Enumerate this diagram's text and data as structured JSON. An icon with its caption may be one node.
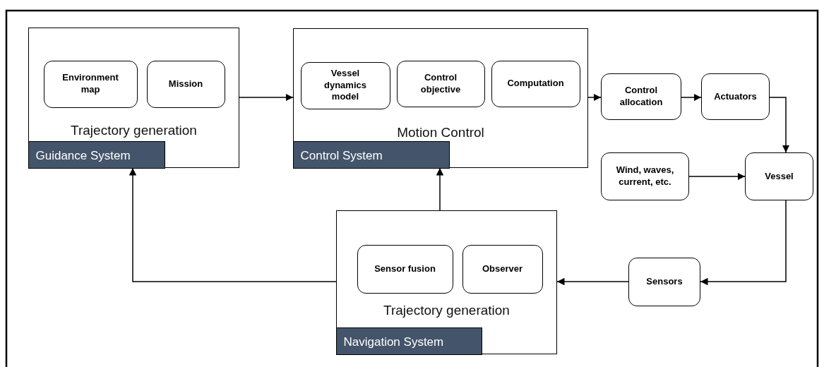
{
  "diagram": {
    "nodes": [
      {
        "text": [
          "Trajectory generation",
          "Guidance System"
        ]
      },
      {
        "text": [
          "Environment map"
        ],
        "in": 0
      },
      {
        "text": [
          "Mission"
        ],
        "in": 0
      },
      {
        "text": [
          "Motion Control",
          "Control System"
        ]
      },
      {
        "text": [
          "Vessel dynamics model"
        ],
        "in": 3
      },
      {
        "text": [
          "Control objective"
        ],
        "in": 3
      },
      {
        "text": [
          "Computation"
        ],
        "in": 3
      },
      {
        "text": [
          "Control allocation"
        ]
      },
      {
        "text": [
          "Actuators"
        ]
      },
      {
        "text": [
          "Wind, waves, current, etc."
        ]
      },
      {
        "text": [
          "Vessel"
        ]
      },
      {
        "text": [
          "Trajectory generation",
          "Navigation System"
        ]
      },
      {
        "text": [
          "Sensor fusion"
        ],
        "in": 11
      },
      {
        "text": [
          "Observer"
        ],
        "in": 11
      },
      {
        "text": [
          "Sensors"
        ]
      }
    ],
    "edges": [
      {
        "from": 0,
        "to": 3,
        "arrow": "to"
      },
      {
        "from": 3,
        "to": 7,
        "arrow": "to"
      },
      {
        "from": 7,
        "to": 8,
        "arrow": "to"
      },
      {
        "from": 8,
        "to": 10,
        "arrow": "to"
      },
      {
        "from": 9,
        "to": 10,
        "arrow": "to"
      },
      {
        "from": 10,
        "to": 14,
        "arrow": "to"
      },
      {
        "from": 14,
        "to": 11,
        "arrow": "to"
      },
      {
        "from": 11,
        "to": 0,
        "arrow": "to"
      },
      {
        "from": 11,
        "to": 3,
        "arrow": "to"
      }
    ]
  }
}
